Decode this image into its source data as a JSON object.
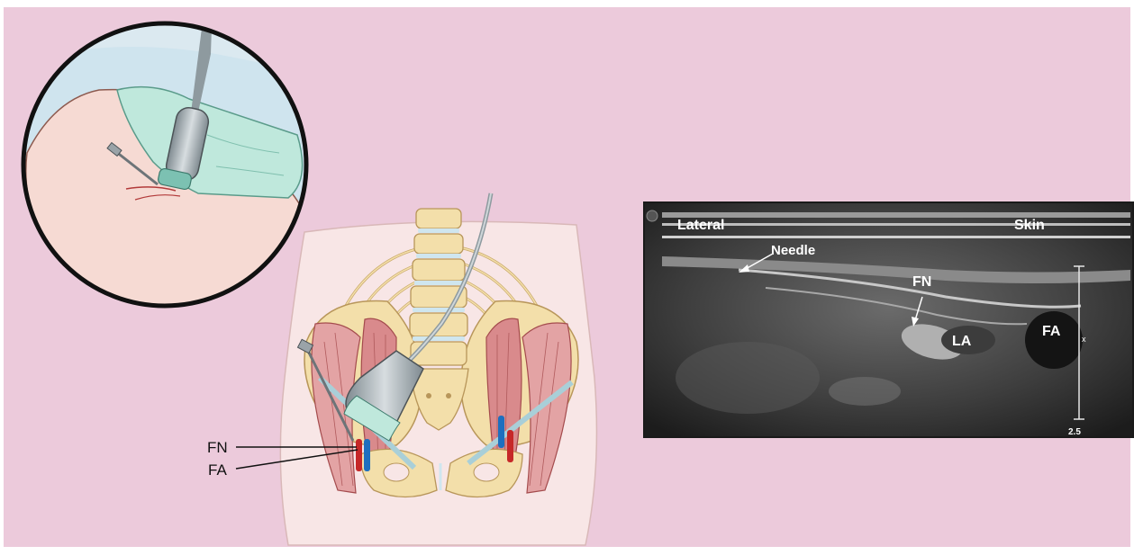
{
  "colors": {
    "background": "#eccadb",
    "frame": "#ffffff",
    "body_skin": "#f8e6e6",
    "bone": "#f3dfaa",
    "muscle": "#d98a8c",
    "artery": "#c62828",
    "vein": "#1e6fbf",
    "probe": "#9fa8ad",
    "drape": "#bfe8dc",
    "ultrasound_bg": "#1a1a1a"
  },
  "diagram_labels": {
    "fn": "FN",
    "fa": "FA"
  },
  "ultrasound": {
    "lateral": "Lateral",
    "skin": "Skin",
    "needle": "Needle",
    "fn": "FN",
    "la": "LA",
    "fa": "FA",
    "depth": "2.5",
    "marker": "x"
  }
}
